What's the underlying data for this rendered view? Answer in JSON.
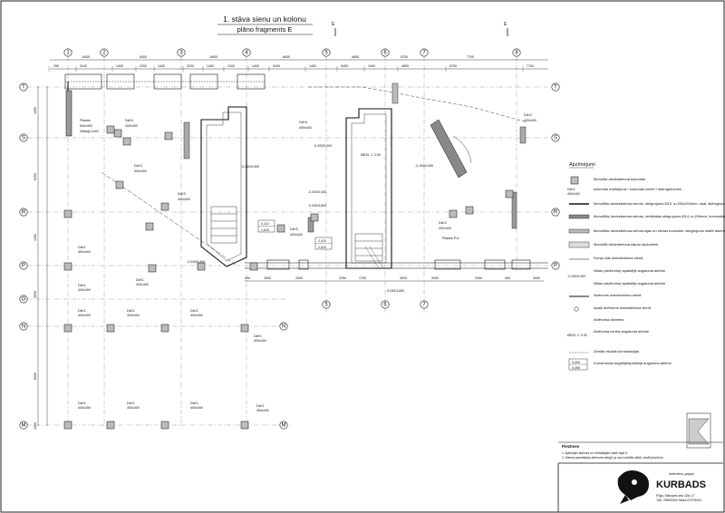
{
  "title": {
    "line1": "1. stāva sienu un kolonu",
    "line2": "plāno fragments E"
  },
  "grid": {
    "top_axes": [
      "1",
      "2",
      "3",
      "4",
      "5",
      "6",
      "7",
      "8"
    ],
    "mid_axes": [
      "5",
      "6",
      "7"
    ],
    "left_axes": [
      "T",
      "S",
      "R",
      "P",
      "O",
      "N",
      "M"
    ],
    "section_mark": "E"
  },
  "dimensions": {
    "top_chain": [
      "290",
      "3100",
      "1400",
      "2200",
      "1400",
      "2200",
      "1400",
      "3100",
      "1400",
      "5400",
      "1400",
      "5400",
      "1400",
      "4850",
      "5750",
      "7700"
    ],
    "top_overall": [
      "6400",
      "6400",
      "6600",
      "6600",
      "4850",
      "5750",
      "7700"
    ],
    "bottom_chain": [
      "400",
      "3300",
      "3300",
      "2250",
      "1750",
      "3000",
      "3000",
      "2900",
      "400",
      "3000"
    ],
    "left_chain": [
      "4250",
      "6400",
      "4250",
      "3050",
      "6000",
      "1000"
    ]
  },
  "labels": {
    "pilastrs": "Pilastrs",
    "pilastrs_size": "500x400",
    "pilastrs_note": "Netiegt DzK2",
    "pilastrs2": "Pilastrs P11",
    "level_box_top": "0,110",
    "level_box_bot": "1,610",
    "level_box2_top": "2,410",
    "level_box2_bot": "2,510",
    "cols": [
      "DzK4",
      "DzK3",
      "DzK2",
      "DzK5",
      "DzK6",
      "DzK1",
      "DzK1",
      "DzK1",
      "DzK1",
      "DzK1",
      "DzK1",
      "DzK1",
      "DzK1",
      "DzK1",
      "DzK1",
      "DzK1",
      "DzK1",
      "DzK1",
      "DzK1",
      "DzK1",
      "DzK3",
      "DzK2"
    ],
    "col_sizes": [
      "400x400",
      "500x400",
      "1500x400"
    ],
    "levels": [
      "-0,200/0,400",
      "-0,200/0,400",
      "-0,030/0,400",
      "-0,030/3,800",
      "-0,100/0,400",
      "-0,030/0,400",
      "-0,200/3,800",
      "ØE20, C 3,90"
    ]
  },
  "legend": {
    "title": "Apzīmējumi",
    "items": [
      "Monolīta dzelzsbetona kolonnas",
      "kolonnas marķējums / kolonnas izmēri / šķērsgriezums",
      "Monolītās dzelzsbetona sienas, stiegrojums Ø10, s=200x200mm, skat. šķērsgriezumu lapu",
      "Monolītās dzelzsbetona sienas, vertikālais stiegrojums Ø14, s=200mm, horizontālais Ø10, s=200mm, skat. šķērsgriezumu lapu",
      "Monolītās dzelzsbetona sienas-sijas un sienas konsoles, stiegrojumu skatīt atsevišķos rasējumos",
      "Monolītā dzelzsbetona kāpņu laukumiņš",
      "Durvju aile dzelzsbetona sienā",
      "Nišas (atvērums) apakšējā augstuma atzīme",
      "Nišas (atvērums) apakšējā augstuma atzīme",
      "Atvērums dzelzsbetona sienā",
      "Apaļš atvērums dzelzsbetona sienā",
      "Atvēruma diametrs",
      "Atvēruma centra augstuma atzīme",
      "Zemāk esošās konstrukcijas",
      "Konstrukcija augšējā/apakšējā augstuma atzīme"
    ],
    "sample_col": "DzK1",
    "sample_size": "400x400",
    "sample_level": "-0,200/0,400",
    "sample_ring": "ØE20, C 3,90",
    "sample_box_top": "3,490",
    "sample_box_bot": "0,490"
  },
  "notes": {
    "title": "Piezīmes",
    "items": [
      "1. Aplūkojiet atzīmes un vertikālajām skatīt lapā 3.",
      "2. Sienas pamatslāņa atvērumi sniegti, ja nav norādīts citādi, skatīt piezīmes."
    ]
  },
  "company": {
    "line1": "inženieru grupa",
    "name": "KURBADS",
    "address": "Rīga, Mārupes iela 12b-17",
    "phone": "Tālr. 29800000 fakss 67376041"
  }
}
